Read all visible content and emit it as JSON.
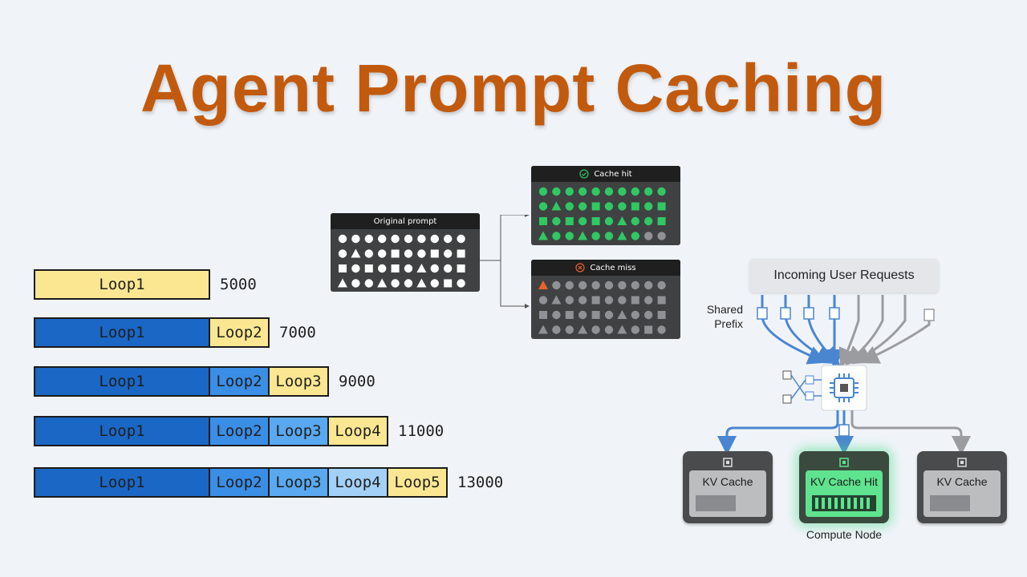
{
  "title": "Agent Prompt Caching",
  "loops": {
    "rows": [
      {
        "segments": [
          "Loop1"
        ],
        "total": "5000"
      },
      {
        "segments": [
          "Loop1",
          "Loop2"
        ],
        "total": "7000"
      },
      {
        "segments": [
          "Loop1",
          "Loop2",
          "Loop3"
        ],
        "total": "9000"
      },
      {
        "segments": [
          "Loop1",
          "Loop2",
          "Loop3",
          "Loop4"
        ],
        "total": "11000"
      },
      {
        "segments": [
          "Loop1",
          "Loop2",
          "Loop3",
          "Loop4",
          "Loop5"
        ],
        "total": "13000"
      }
    ],
    "colors": {
      "new": "#fbe792",
      "loop1": "#1a67c6",
      "loop2": "#3a8ee6",
      "loop3": "#59a8f0",
      "loop4": "#a3d0f7"
    }
  },
  "prompt_panels": {
    "original": {
      "title": "Original prompt",
      "rows": [
        [
          "circle",
          "circle",
          "circle",
          "circle",
          "circle",
          "circle",
          "circle",
          "circle",
          "circle",
          "circle"
        ],
        [
          "circle",
          "triangle",
          "circle",
          "circle",
          "square",
          "circle",
          "circle",
          "square",
          "circle",
          "square"
        ],
        [
          "square",
          "circle",
          "square",
          "circle",
          "square",
          "circle",
          "triangle",
          "circle",
          "circle",
          "square"
        ],
        [
          "triangle",
          "circle",
          "circle",
          "triangle",
          "circle",
          "circle",
          "triangle",
          "circle",
          "square",
          "circle"
        ]
      ]
    },
    "hit": {
      "title": "Cache hit",
      "icon": "check-circle-icon",
      "rows": [
        [
          "g:circle",
          "g:circle",
          "g:circle",
          "g:circle",
          "g:circle",
          "g:circle",
          "g:circle",
          "g:circle",
          "g:circle",
          "g:circle"
        ],
        [
          "g:circle",
          "g:triangle",
          "g:circle",
          "g:circle",
          "g:square",
          "g:circle",
          "g:circle",
          "g:square",
          "g:circle",
          "g:square"
        ],
        [
          "g:square",
          "g:circle",
          "g:square",
          "g:circle",
          "g:square",
          "g:circle",
          "g:triangle",
          "g:circle",
          "g:circle",
          "g:square"
        ],
        [
          "g:triangle",
          "g:circle",
          "g:circle",
          "g:triangle",
          "g:circle",
          "g:circle",
          "g:triangle",
          "g:circle",
          "x:circle",
          "x:circle"
        ]
      ]
    },
    "miss": {
      "title": "Cache miss",
      "icon": "x-circle-icon",
      "rows": [
        [
          "o:triangle",
          "x:circle",
          "x:circle",
          "x:circle",
          "x:circle",
          "x:circle",
          "x:circle",
          "x:circle",
          "x:circle",
          "x:circle"
        ],
        [
          "x:circle",
          "x:triangle",
          "x:circle",
          "x:circle",
          "x:square",
          "x:circle",
          "x:circle",
          "x:square",
          "x:circle",
          "x:square"
        ],
        [
          "x:square",
          "x:circle",
          "x:square",
          "x:circle",
          "x:square",
          "x:circle",
          "x:triangle",
          "x:circle",
          "x:circle",
          "x:square"
        ],
        [
          "x:triangle",
          "x:circle",
          "x:circle",
          "x:triangle",
          "x:circle",
          "x:circle",
          "x:triangle",
          "x:circle",
          "x:square",
          "x:circle"
        ]
      ]
    },
    "colors": {
      "white": "#ffffff",
      "green": "#2fc862",
      "gray": "#8f9194",
      "orange": "#e8622c"
    }
  },
  "serving": {
    "requests_label": "Incoming User Requests",
    "shared_prefix_label": "Shared\nPrefix",
    "nodes": [
      {
        "label": "KV Cache",
        "state": "normal"
      },
      {
        "label": "KV Cache Hit",
        "state": "hit"
      },
      {
        "label": "KV Cache",
        "state": "normal"
      }
    ],
    "compute_label": "Compute Node",
    "colors": {
      "blue_arrow": "#4a86d0",
      "gray_arrow": "#9a9ca0",
      "hit_glow": "#4cdc8c"
    }
  }
}
